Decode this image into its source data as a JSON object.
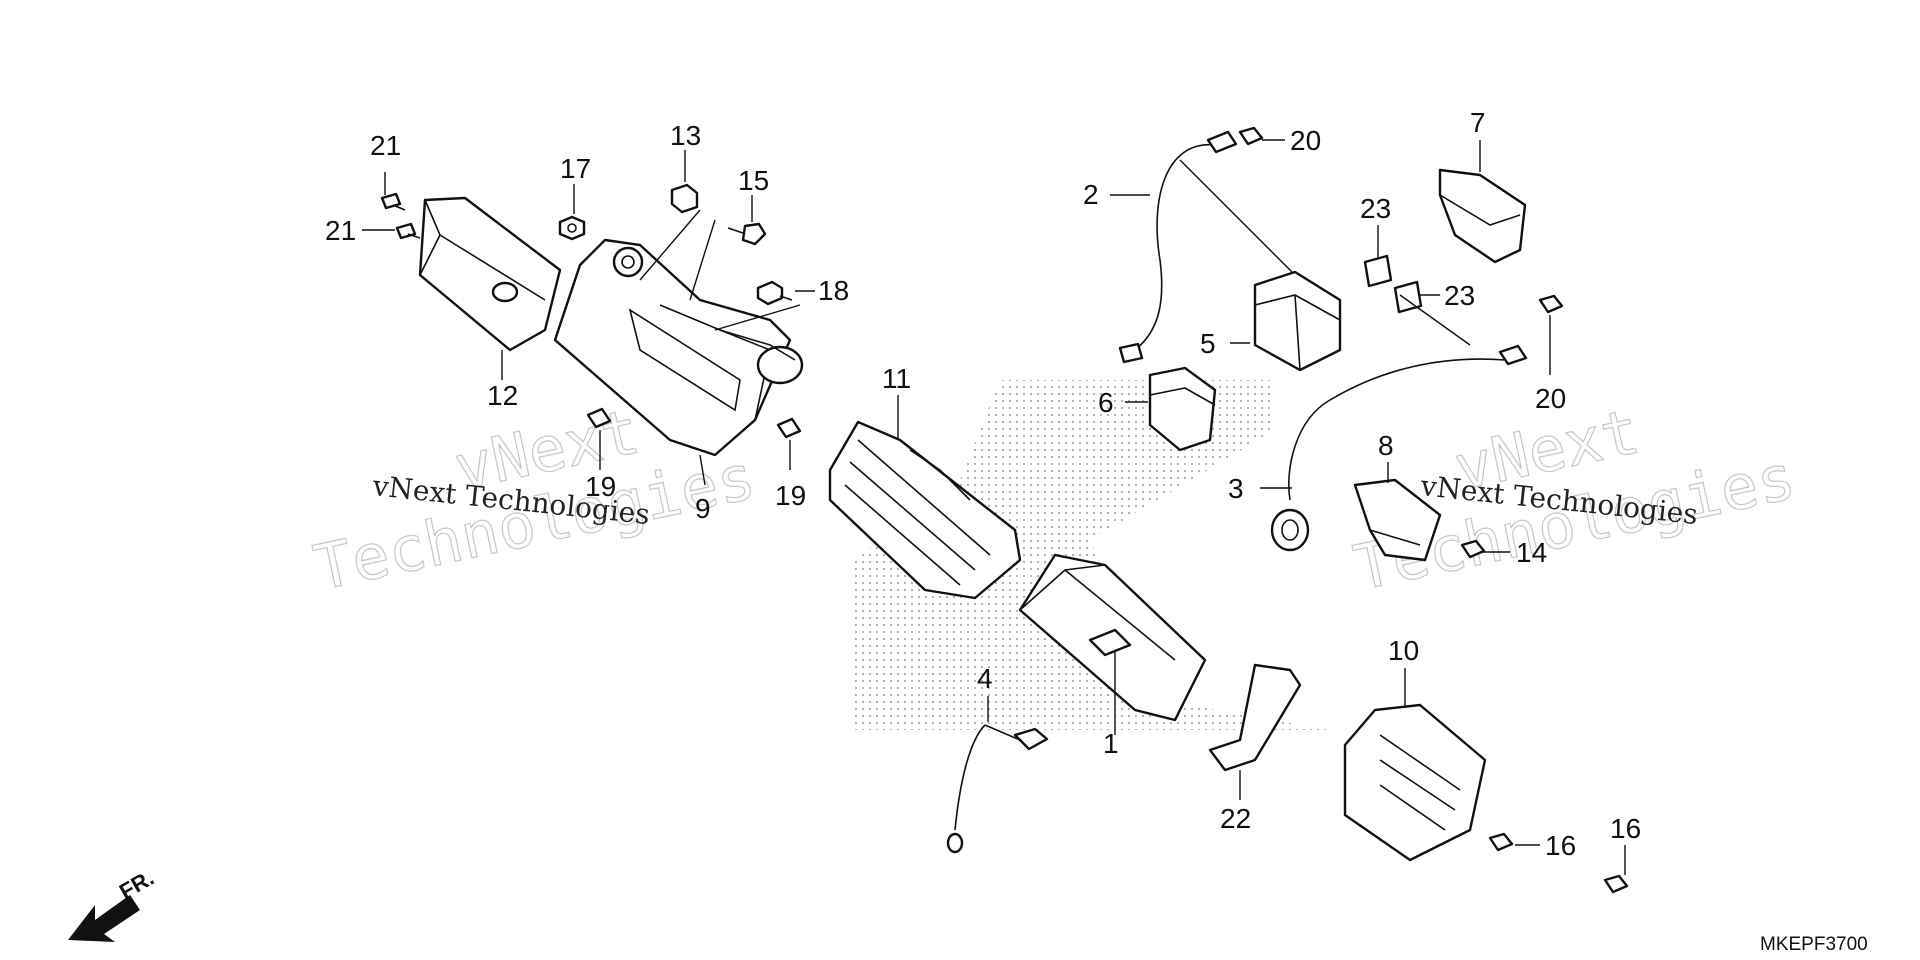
{
  "diagram": {
    "code": "MKEPF3700",
    "front_label": "FR.",
    "watermark": {
      "line1": "vNext",
      "line2": "Technologies",
      "caption": "vNext Technologies"
    },
    "callouts": [
      "1",
      "2",
      "3",
      "4",
      "5",
      "6",
      "7",
      "8",
      "9",
      "10",
      "11",
      "12",
      "13",
      "14",
      "15",
      "16",
      "16",
      "17",
      "18",
      "19",
      "19",
      "20",
      "20",
      "21",
      "21",
      "22",
      "23",
      "23"
    ]
  }
}
